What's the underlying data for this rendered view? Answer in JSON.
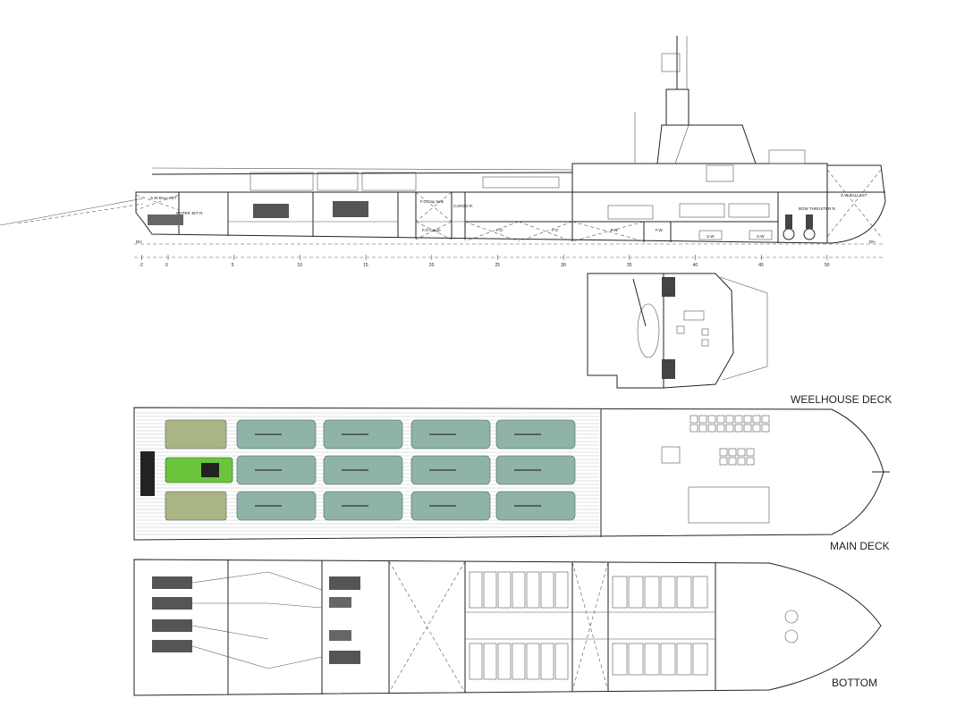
{
  "views": {
    "wheelhouse_deck": "WEELHOUSE DECK",
    "main_deck": "MAIN DECK",
    "bottom": "BOTTOM"
  },
  "profile_labels": {
    "sw_ballast_aft": "S.W BALLAST",
    "water_jet_room": "WATER JET R.",
    "fo_day_tank": "F.O Day tank",
    "cargo_room": "CARGO R.",
    "fo_cargo": "F.O Cargo",
    "fo_1": "F.O",
    "fo_2": "F.O",
    "fw_1": "F.W",
    "fw_2": "F.W",
    "sw_1": "S.W",
    "sw_2": "S.W",
    "bow_thruster_room": "BOW THRUSTER R.",
    "sw_ballast_fwd": "S.W BALLAST",
    "dh_aft": "DH",
    "dh_fwd": "DH"
  },
  "frame_scale": [
    "-2",
    "0",
    "5",
    "10",
    "15",
    "20",
    "25",
    "30",
    "35",
    "40",
    "45",
    "50"
  ],
  "colors": {
    "line": "#222222",
    "truck": "#a9b683",
    "tank": "#8fb3a6",
    "loader": "#6cc43c",
    "deck_plank": "#d8d8d8"
  }
}
